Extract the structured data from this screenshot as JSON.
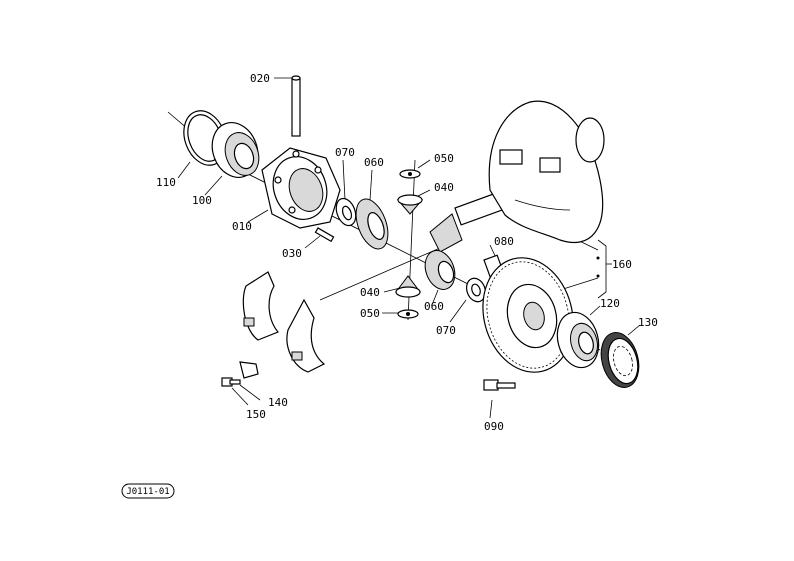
{
  "callouts": {
    "c020": "020",
    "c070a": "070",
    "c060a": "060",
    "c050a": "050",
    "c040a": "040",
    "c110": "110",
    "c100": "100",
    "c010": "010",
    "c030": "030",
    "c080": "080",
    "c160": "160",
    "c040b": "040",
    "c050b": "050",
    "c060b": "060",
    "c070b": "070",
    "c120": "120",
    "c130": "130",
    "c140": "140",
    "c150": "150",
    "c090": "090"
  },
  "reference": "J0111-01"
}
